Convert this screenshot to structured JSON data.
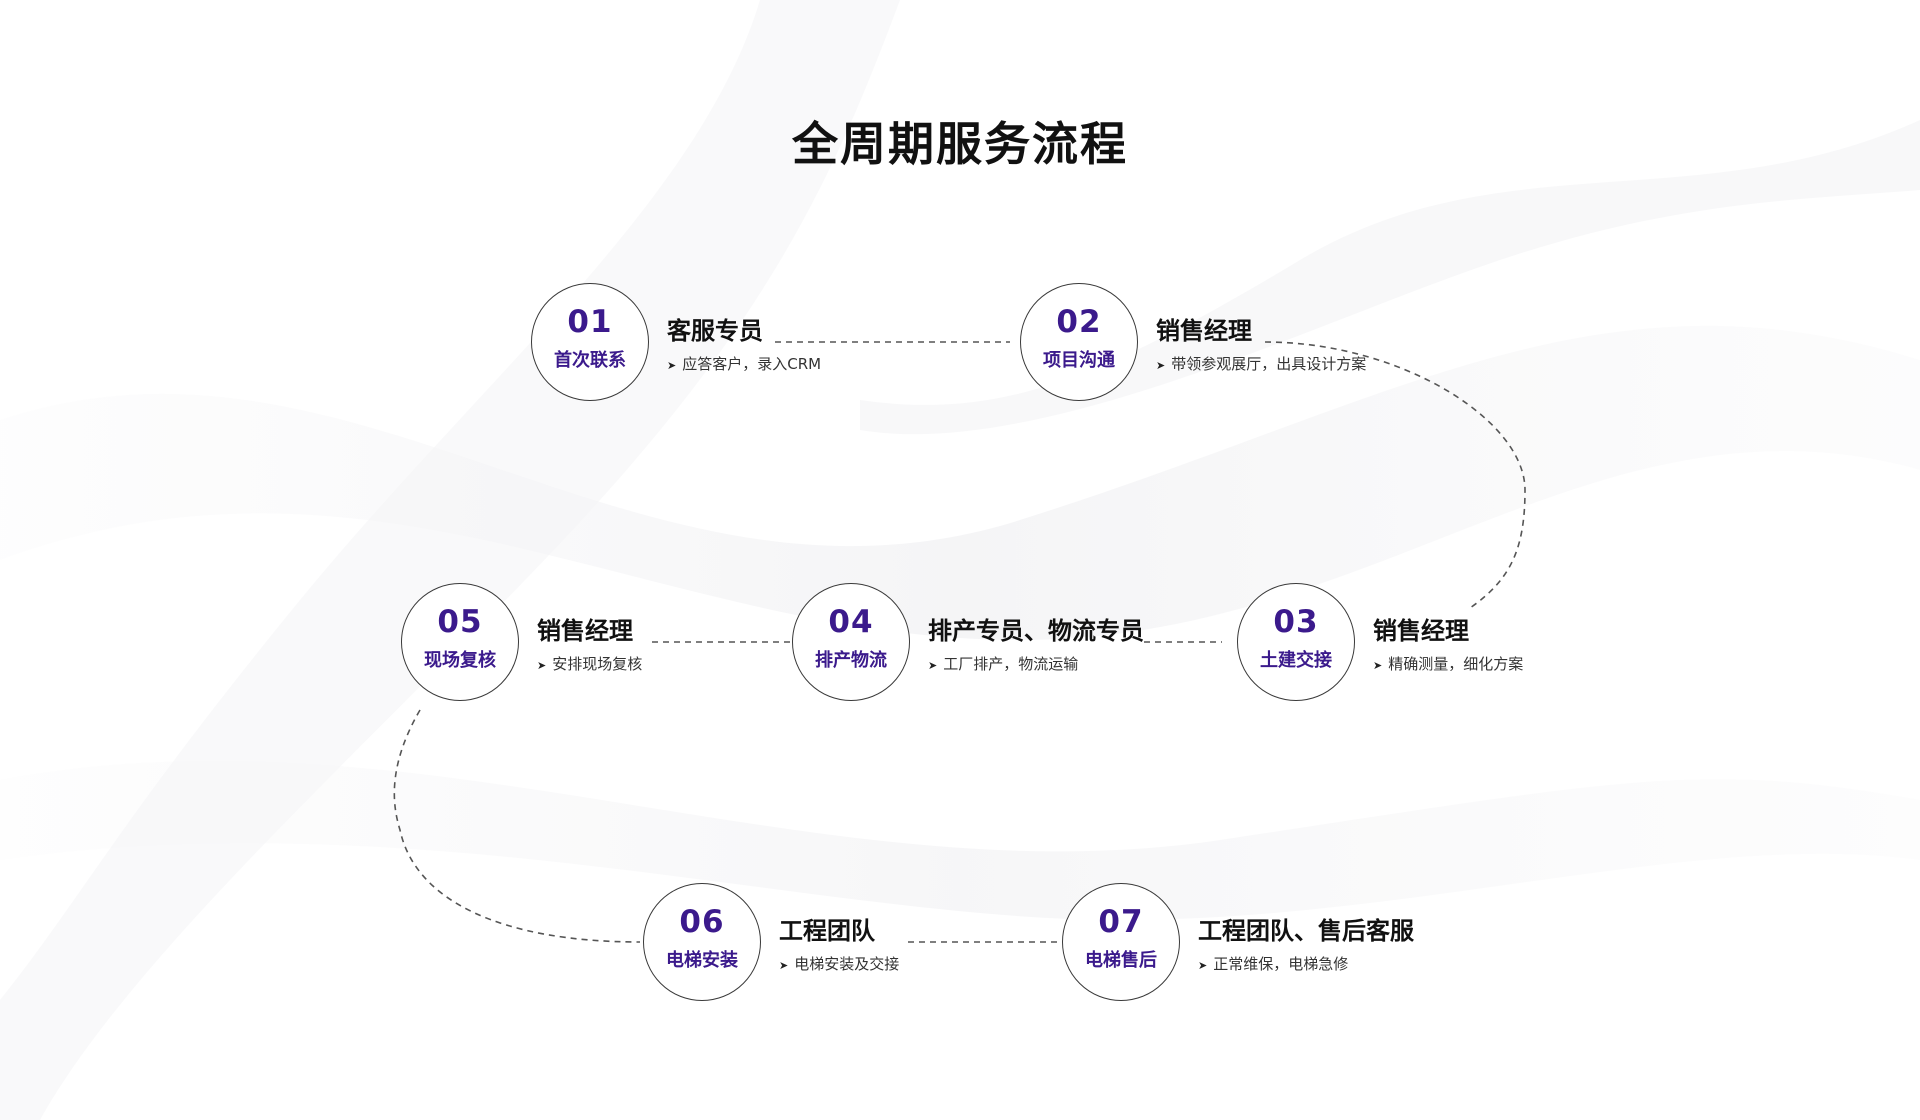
{
  "title": "全周期服务流程",
  "colors": {
    "accent": "#3b1a8c",
    "line": "#555555",
    "text": "#111111"
  },
  "steps": [
    {
      "number": "01",
      "name": "首次联系",
      "role": "客服专员",
      "desc": "应答客户，录入CRM"
    },
    {
      "number": "02",
      "name": "项目沟通",
      "role": "销售经理",
      "desc": "带领参观展厅，出具设计方案"
    },
    {
      "number": "03",
      "name": "土建交接",
      "role": "销售经理",
      "desc": "精确测量，细化方案"
    },
    {
      "number": "04",
      "name": "排产物流",
      "role": "排产专员、物流专员",
      "desc": "工厂排产，物流运输"
    },
    {
      "number": "05",
      "name": "现场复核",
      "role": "销售经理",
      "desc": "安排现场复核"
    },
    {
      "number": "06",
      "name": "电梯安装",
      "role": "工程团队",
      "desc": "电梯安装及交接"
    },
    {
      "number": "07",
      "name": "电梯售后",
      "role": "工程团队、售后客服",
      "desc": "正常维保，电梯急修"
    }
  ]
}
